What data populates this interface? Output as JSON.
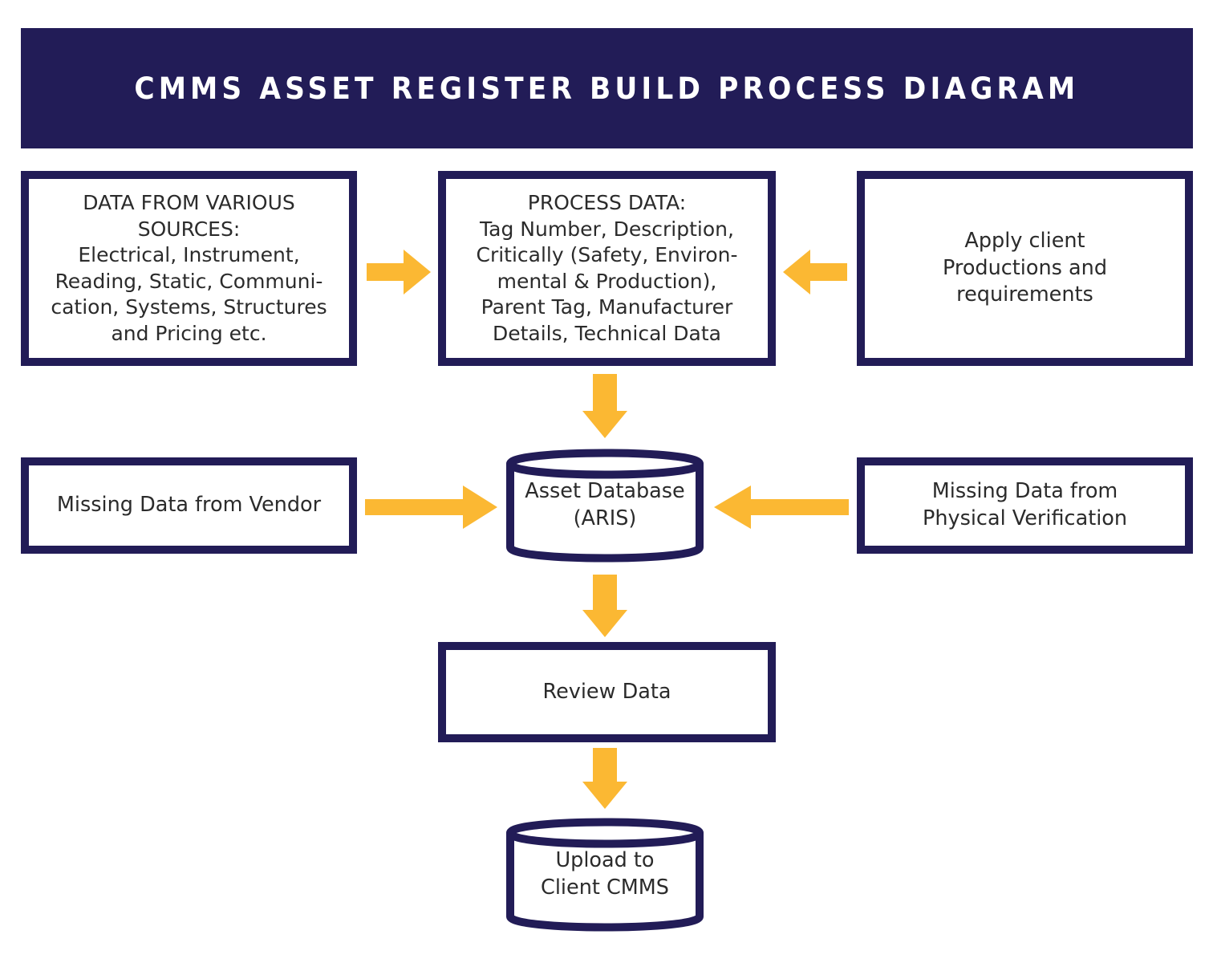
{
  "colors": {
    "navy": "#221C57",
    "amber": "#FBB833",
    "text": "#2b2b2b",
    "background": "#ffffff"
  },
  "header": {
    "title": "CMMS ASSET REGISTER BUILD PROCESS DIAGRAM"
  },
  "nodes": {
    "sources": {
      "label": "DATA FROM VARIOUS\nSOURCES:\nElectrical, Instrument,\nReading, Static, Communi-\ncation, Systems, Structures\nand Pricing etc.",
      "shape": "rectangle"
    },
    "process": {
      "label": "PROCESS DATA:\nTag Number, Description,\nCritically (Safety, Environ-\nmental & Production),\nParent Tag, Manufacturer\nDetails, Technical Data",
      "shape": "rectangle"
    },
    "client": {
      "label": "Apply client\nProductions and\nrequirements",
      "shape": "rectangle"
    },
    "vendor": {
      "label": "Missing Data from Vendor",
      "shape": "rectangle"
    },
    "physical": {
      "label": "Missing Data from\nPhysical Verification",
      "shape": "rectangle"
    },
    "asset_database": {
      "label": "Asset Database\n(ARIS)",
      "shape": "cylinder"
    },
    "review": {
      "label": "Review Data",
      "shape": "rectangle"
    },
    "upload": {
      "label": "Upload to\nClient CMMS",
      "shape": "cylinder"
    }
  },
  "arrows": [
    {
      "name": "sources-to-process",
      "from": "sources",
      "to": "process",
      "direction": "right"
    },
    {
      "name": "client-to-process",
      "from": "client",
      "to": "process",
      "direction": "left"
    },
    {
      "name": "process-to-asset",
      "from": "process",
      "to": "asset_database",
      "direction": "down"
    },
    {
      "name": "vendor-to-asset",
      "from": "vendor",
      "to": "asset_database",
      "direction": "right"
    },
    {
      "name": "physical-to-asset",
      "from": "physical",
      "to": "asset_database",
      "direction": "left"
    },
    {
      "name": "asset-to-review",
      "from": "asset_database",
      "to": "review",
      "direction": "down"
    },
    {
      "name": "review-to-upload",
      "from": "review",
      "to": "upload",
      "direction": "down"
    }
  ]
}
